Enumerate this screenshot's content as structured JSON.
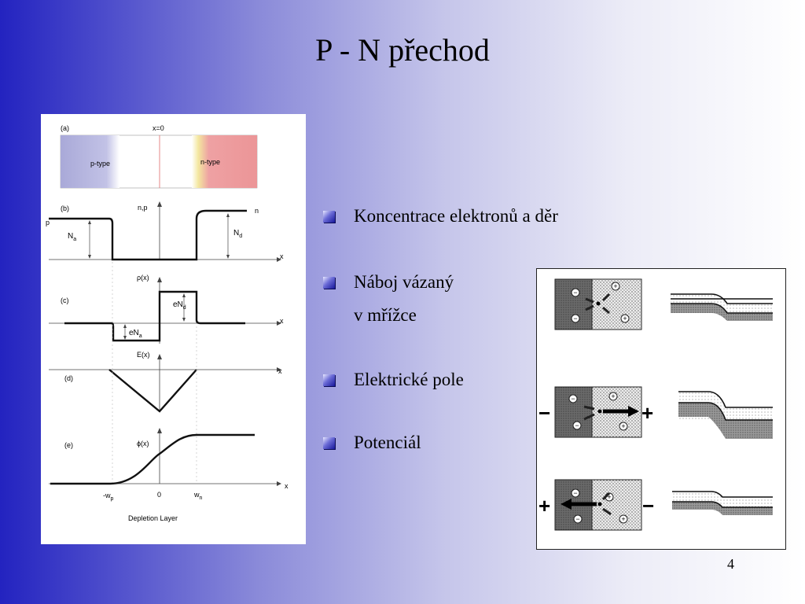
{
  "slide": {
    "title": "P - N přechod",
    "page_number": "4",
    "bullets": [
      {
        "text": "Koncentrace elektronů a děr"
      },
      {
        "text": "Náboj vázaný",
        "continuation": "v mřížce"
      },
      {
        "text": "Elektrické pole"
      },
      {
        "text": "Potenciál"
      }
    ]
  },
  "figure_left": {
    "a": {
      "label": "(a)",
      "x0": "x=0",
      "p_type": "p-type",
      "n_type": "n-type"
    },
    "b": {
      "label": "(b)",
      "p": "p",
      "n": "n",
      "np": "n,p",
      "Na": "N",
      "Na_sub": "a",
      "Nd": "N",
      "Nd_sub": "d",
      "x": "x"
    },
    "c": {
      "label": "(c)",
      "rho": "ρ(x)",
      "eNd": "eN",
      "eNd_sub": "d",
      "eNa": "eN",
      "eNa_sub": "a",
      "x": "x"
    },
    "d": {
      "label": "(d)",
      "E": "E(x)",
      "x": "x"
    },
    "e": {
      "label": "(e)",
      "phi": "ϕ(x)",
      "x": "x",
      "wp": "-w",
      "wp_sub": "p",
      "zero": "0",
      "wn": "w",
      "wn_sub": "n"
    },
    "caption": "Depletion Layer"
  },
  "figure_right": {
    "minus_sign": "−",
    "plus_sign": "+",
    "ion_minus": "−",
    "ion_plus": "+"
  },
  "colors": {
    "p_region": "#b3b3dd",
    "n_region": "#eea1a3",
    "bullet": "#2a2ab0"
  }
}
